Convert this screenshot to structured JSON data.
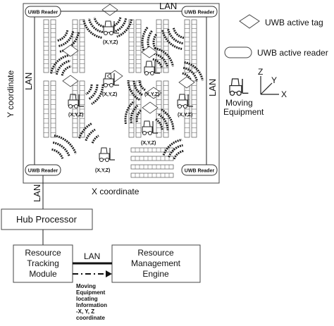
{
  "warehouse": {
    "lan_top": "LAN",
    "lan_left": "LAN",
    "lan_right": "LAN",
    "lan_bottom": "LAN",
    "x_axis_label": "X coordinate",
    "y_axis_label": "Y coordinate",
    "readers": [
      "UWB Reader",
      "UWB Reader",
      "UWB Reader",
      "UWB Reader"
    ],
    "coord_labels": [
      "(X,Y,Z)",
      "(X,Y,Z)",
      "(X,Y,Z)",
      "(X,Y,Z)",
      "(X,Y,Z)",
      "(X,Y,Z)",
      "(X,Y,Z)"
    ]
  },
  "legend": {
    "tag_label": "UWB active tag",
    "reader_label": "UWB active reader",
    "equipment_label_line1": "Moving",
    "equipment_label_line2": "Equipment",
    "axis_z": "Z",
    "axis_y": "Y",
    "axis_x": "X"
  },
  "bottom": {
    "hub_processor": "Hub Processor",
    "tracking_line1": "Resource",
    "tracking_line2": "Tracking",
    "tracking_line3": "Module",
    "lan_link": "LAN",
    "mgmt_line1": "Resource",
    "mgmt_line2": "Management",
    "mgmt_line3": "Engine",
    "info_line1": "Moving",
    "info_line2": "Equipment",
    "info_line3": "locating",
    "info_line4": "Information",
    "info_line5": "-X, Y, Z",
    "info_line6": "coordinate"
  }
}
